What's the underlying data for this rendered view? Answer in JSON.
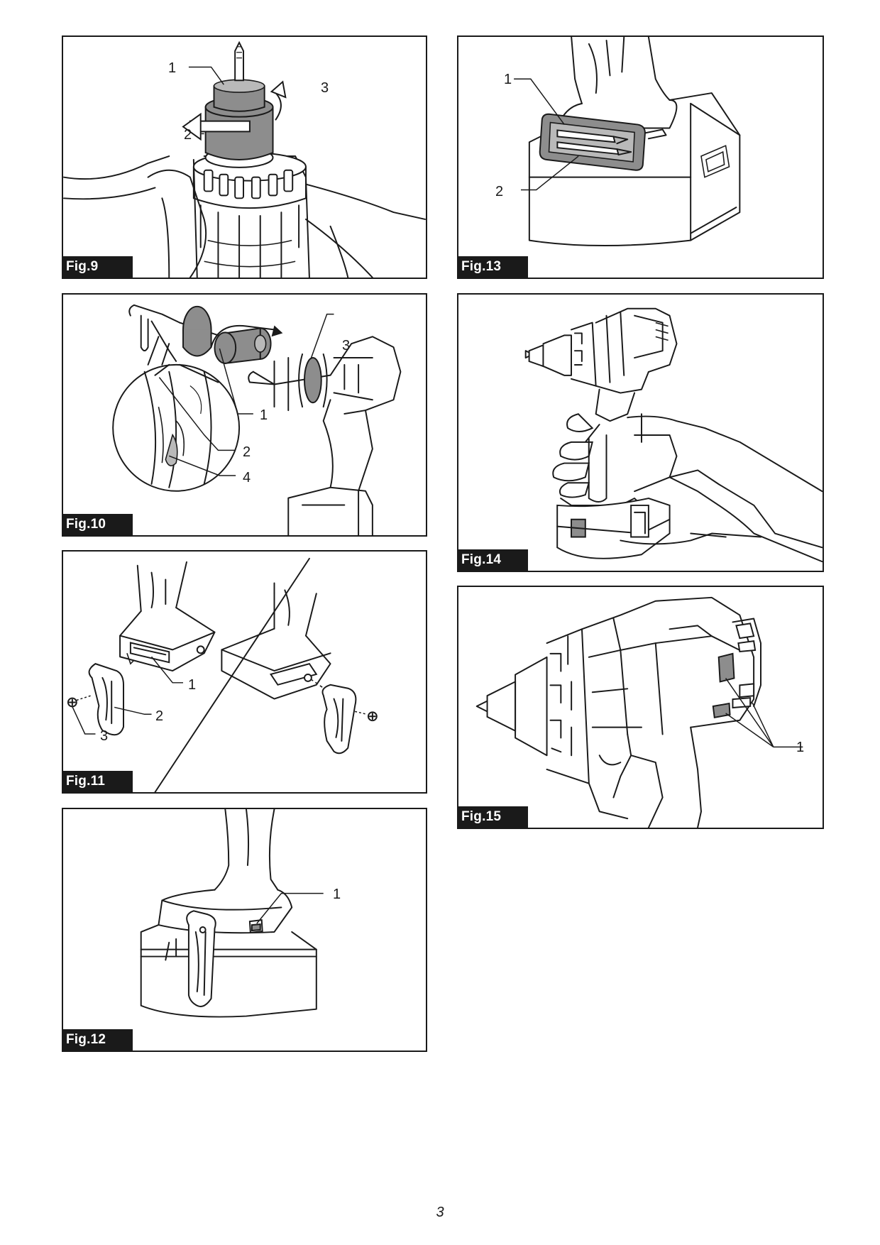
{
  "figures": [
    {
      "id": "fig9",
      "label": "Fig.9",
      "callouts": [
        "1",
        "2",
        "3"
      ]
    },
    {
      "id": "fig10",
      "label": "Fig.10",
      "callouts": [
        "1",
        "2",
        "3",
        "4"
      ]
    },
    {
      "id": "fig11",
      "label": "Fig.11",
      "callouts": [
        "1",
        "2",
        "3"
      ]
    },
    {
      "id": "fig12",
      "label": "Fig.12",
      "callouts": [
        "1"
      ]
    },
    {
      "id": "fig13",
      "label": "Fig.13",
      "callouts": [
        "1",
        "2"
      ]
    },
    {
      "id": "fig14",
      "label": "Fig.14",
      "callouts": []
    },
    {
      "id": "fig15",
      "label": "Fig.15",
      "callouts": [
        "1"
      ]
    }
  ],
  "page_number": "3"
}
